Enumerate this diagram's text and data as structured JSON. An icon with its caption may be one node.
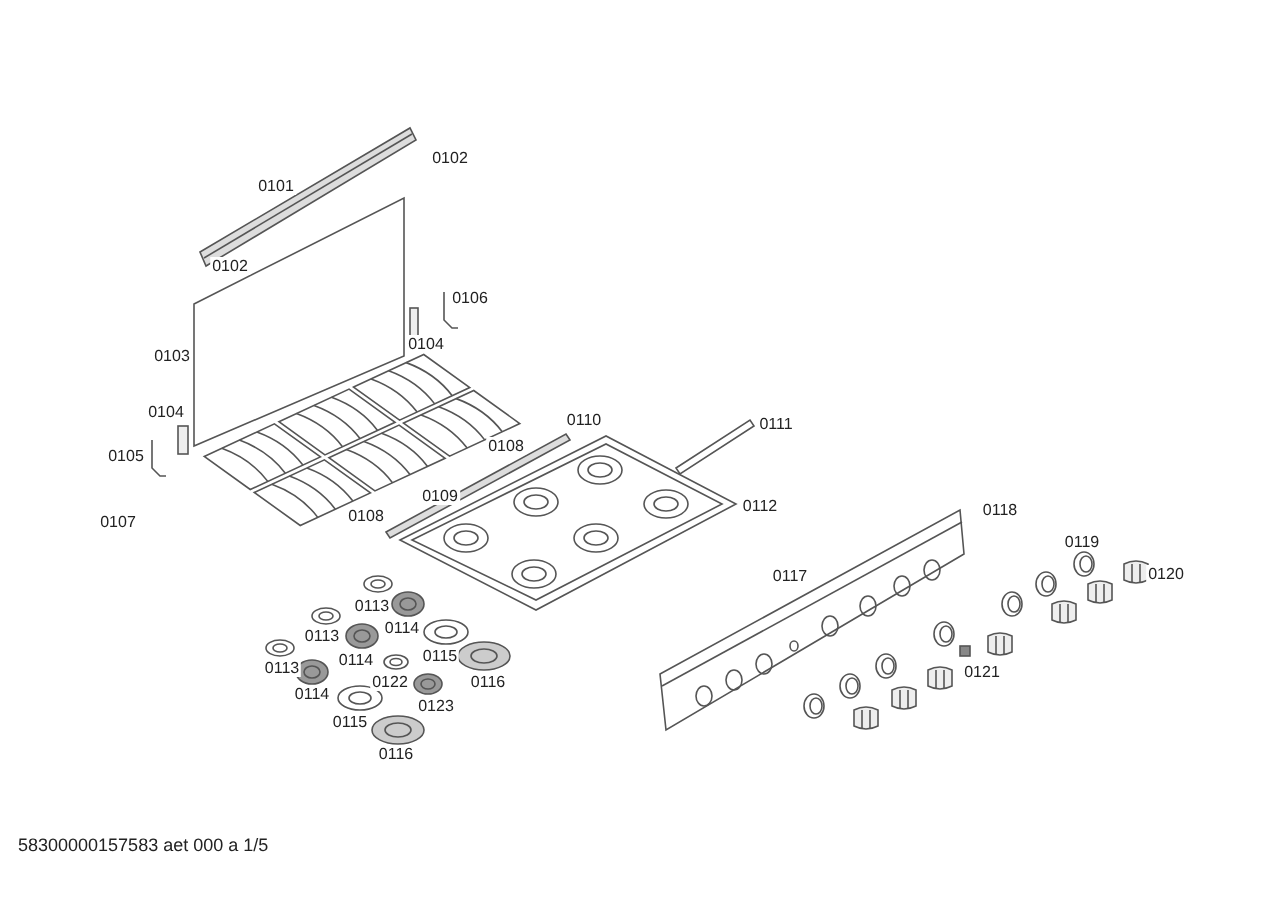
{
  "diagram": {
    "labels": [
      "0102",
      "0101",
      "0102",
      "0106",
      "0103",
      "0104",
      "0104",
      "0110",
      "0111",
      "0105",
      "0108",
      "0107",
      "0108",
      "0109",
      "0112",
      "0118",
      "0119",
      "0117",
      "0120",
      "0113",
      "0114",
      "0113",
      "0113",
      "0114",
      "0115",
      "0122",
      "0116",
      "0121",
      "0114",
      "0123",
      "0115",
      "0116",
      "58300000157583 aet 000 a 1/5"
    ]
  }
}
